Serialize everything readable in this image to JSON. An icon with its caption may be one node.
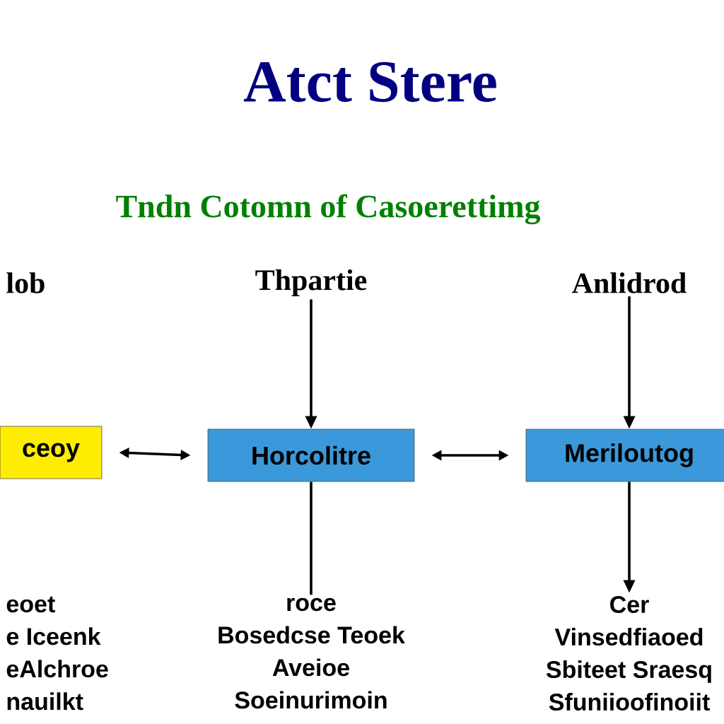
{
  "diagram": {
    "title": "Atct Stere",
    "nodes": [
      {
        "text": [
          "lob"
        ]
      },
      {
        "text": [
          "Thpartie"
        ]
      },
      {
        "text": [
          "Anlidrod"
        ]
      },
      {
        "text": [
          "ceoy"
        ]
      },
      {
        "text": [
          "Horcolitre"
        ]
      },
      {
        "text": [
          "Meriloutog"
        ]
      },
      {
        "text": [
          "eoet",
          "e Iceenk",
          "eAlchroe",
          "nauilkt"
        ]
      },
      {
        "text": [
          "roce",
          "Bosedcse Teoek",
          "Aveioe",
          "Soeinurimoin"
        ]
      },
      {
        "text": [
          "Cer",
          "Vinsedfiaoed",
          "Sbiteet Sraesq",
          "Sfuniioofinoiit"
        ]
      }
    ],
    "edges": [
      {
        "from": 1,
        "to": 4,
        "arrow": "to"
      },
      {
        "from": 2,
        "to": 5,
        "arrow": "to"
      },
      {
        "from": 3,
        "to": 4,
        "arrow": "both"
      },
      {
        "from": 4,
        "to": 5,
        "arrow": "both"
      },
      {
        "from": 4,
        "to": 7,
        "arrow": "none"
      },
      {
        "from": 5,
        "to": 8,
        "arrow": "to"
      }
    ],
    "labels": [
      "Tndn Cotomn of Casoerettimg"
    ]
  }
}
